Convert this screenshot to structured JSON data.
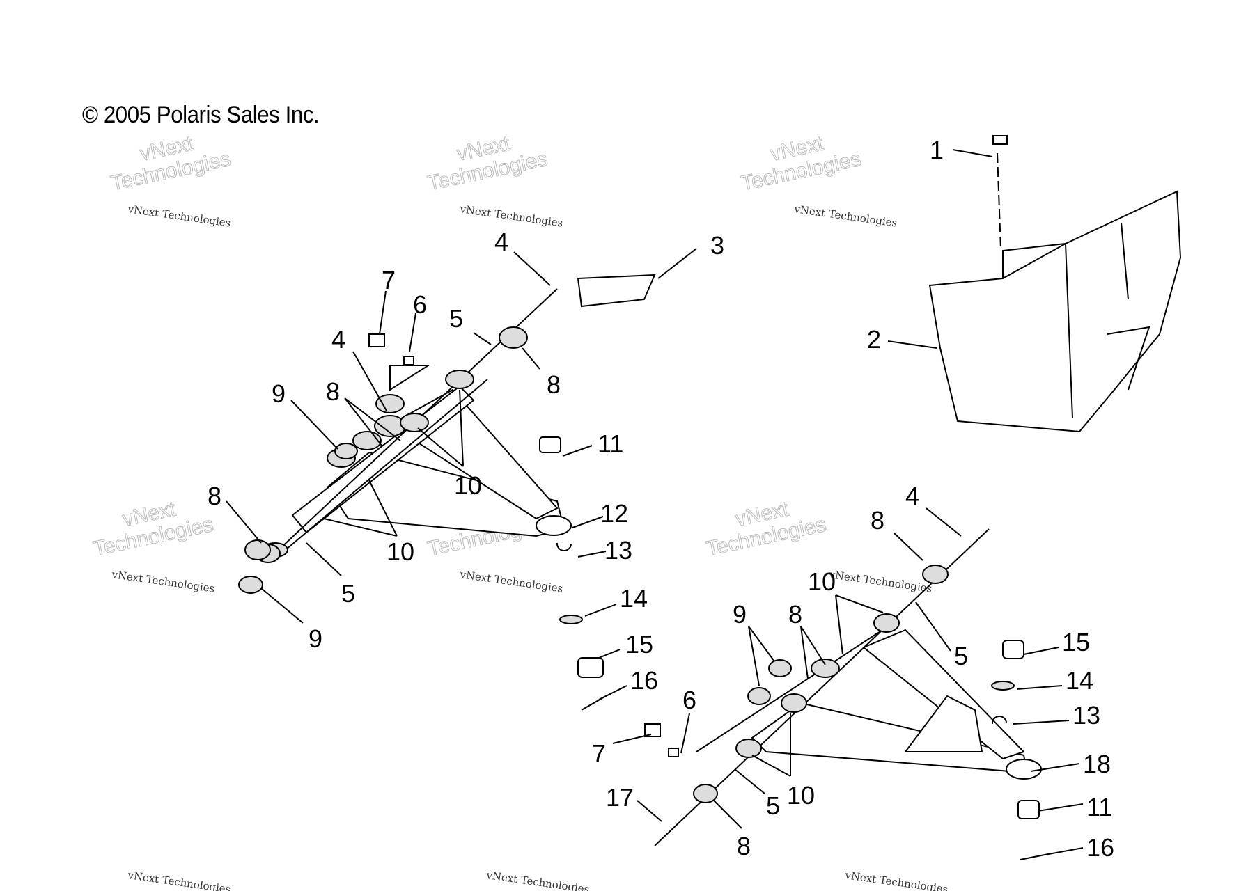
{
  "copyright": "© 2005 Polaris Sales Inc.",
  "watermark": {
    "line1": "vNext Technologies",
    "big1": "vNext",
    "big2": "Technologies"
  },
  "callouts": [
    "7",
    "6",
    "4",
    "3",
    "5",
    "8",
    "4",
    "9",
    "8",
    "10",
    "11",
    "12",
    "13",
    "10",
    "8",
    "5",
    "9",
    "14",
    "15",
    "16",
    "1",
    "2",
    "4",
    "8",
    "10",
    "5",
    "9",
    "8",
    "15",
    "14",
    "13",
    "6",
    "7",
    "18",
    "10",
    "5",
    "17",
    "8",
    "11",
    "16"
  ]
}
